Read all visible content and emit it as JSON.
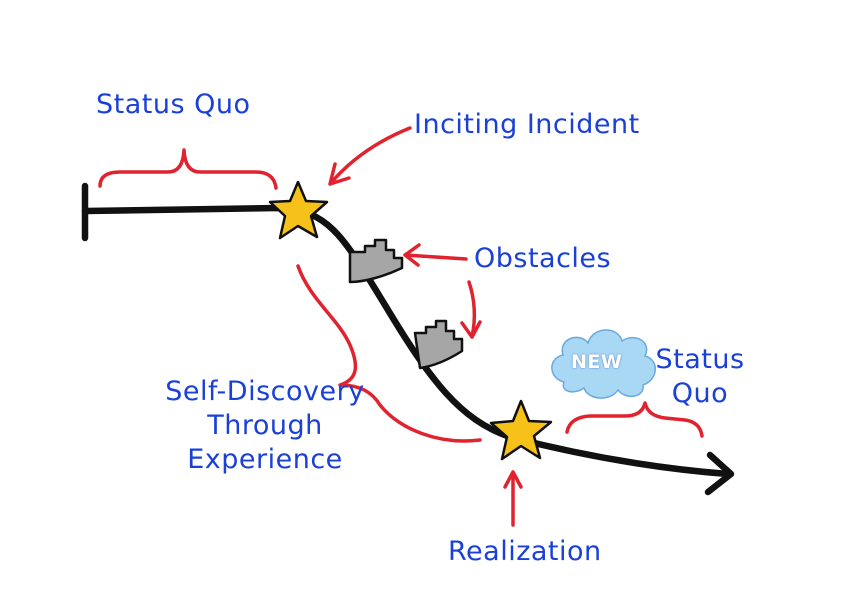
{
  "labels": {
    "status_quo": "Status Quo",
    "inciting_incident": "Inciting Incident",
    "obstacles": "Obstacles",
    "self_discovery": [
      "Self-Discovery",
      "Through",
      "Experience"
    ],
    "new_badge": "NEW",
    "new_status_quo": [
      "Status",
      "Quo"
    ],
    "realization": "Realization"
  },
  "colors": {
    "text": "#1a40d8",
    "annotation": "#e0232e",
    "path": "#111111",
    "star": "#f6c21a",
    "cloud": "#a9d8f5",
    "obstacle": "#a6a6a6"
  }
}
